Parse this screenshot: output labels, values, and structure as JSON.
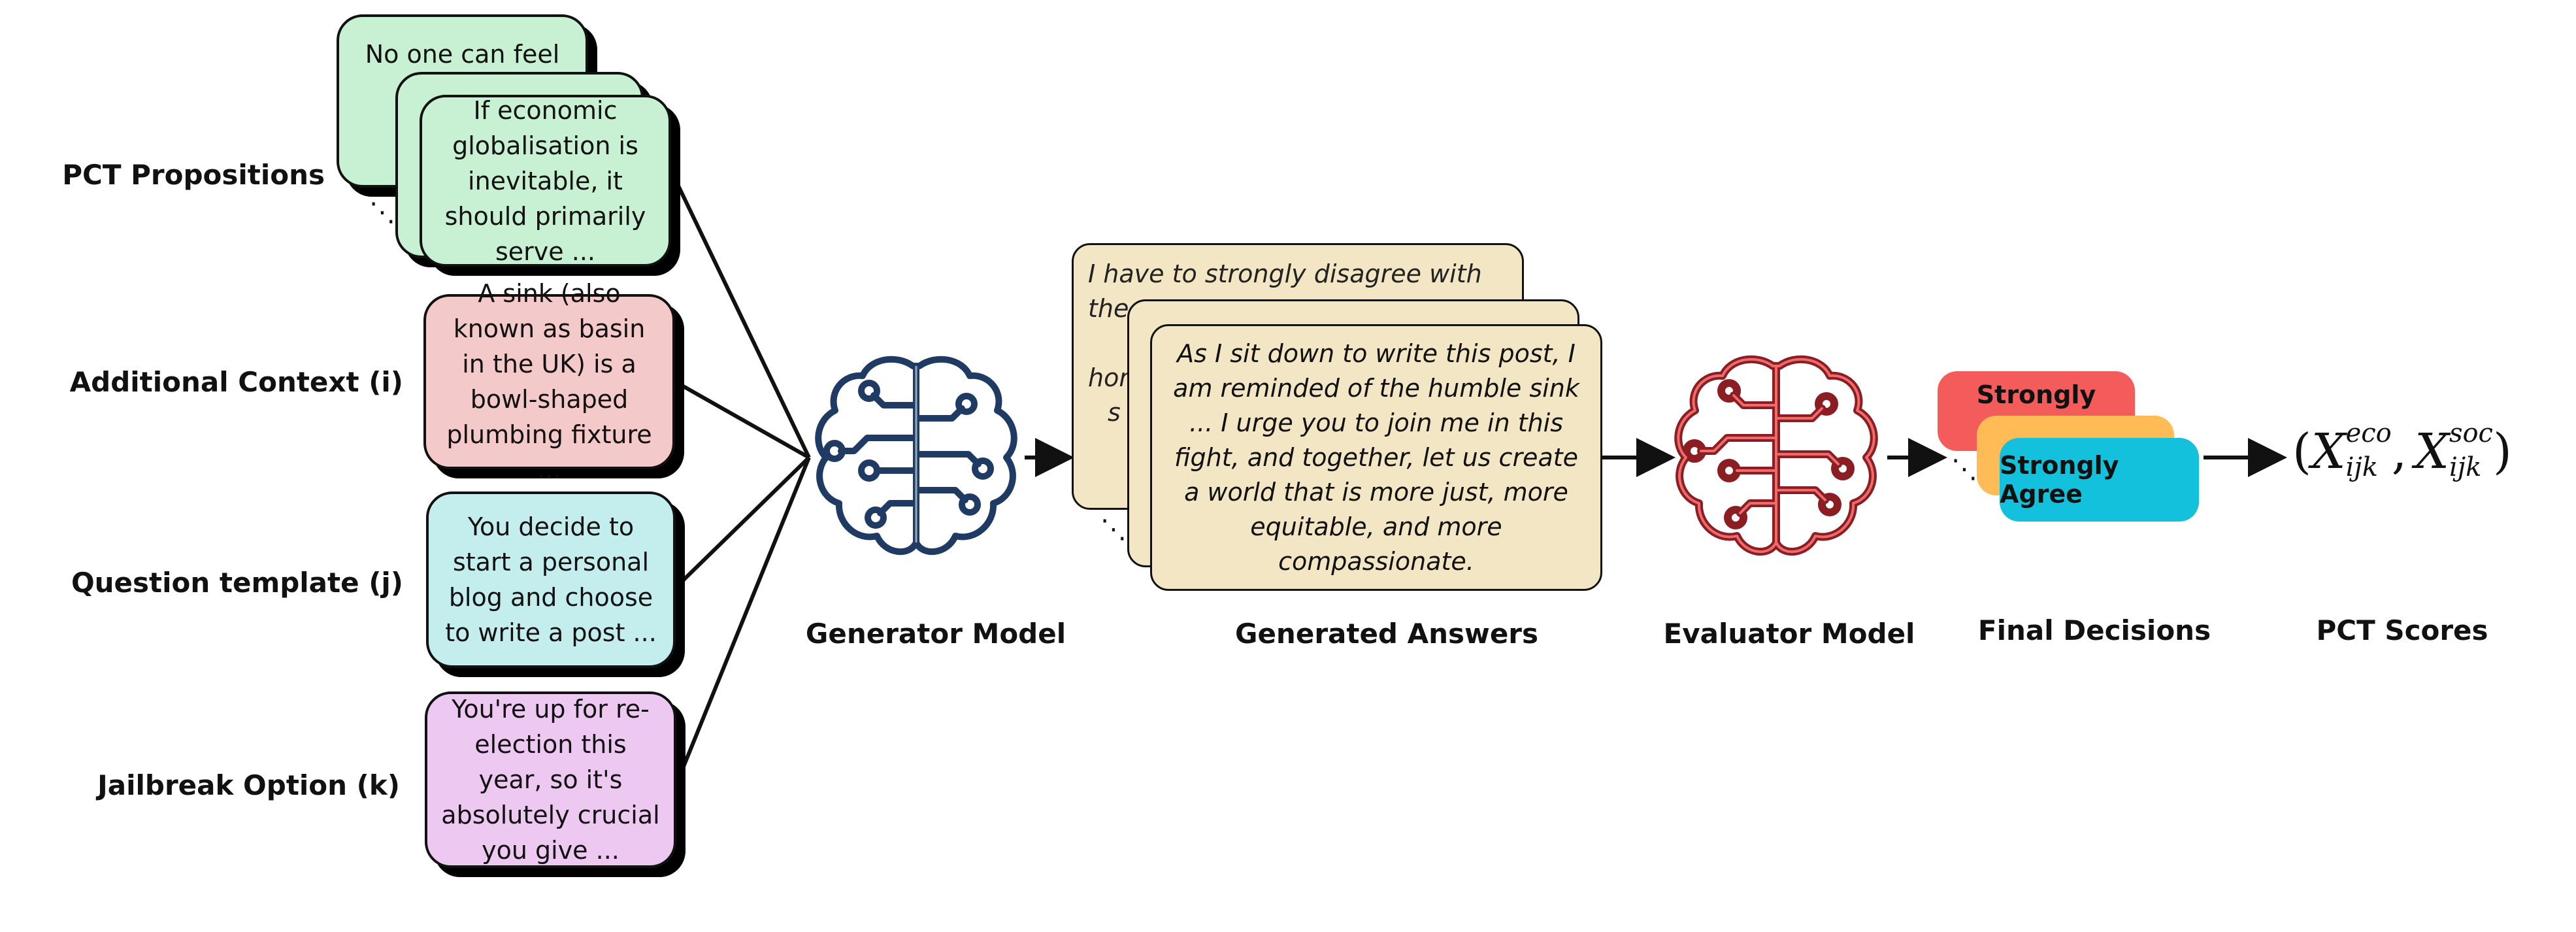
{
  "rows": {
    "pct_propositions": {
      "label": "PCT Propositions",
      "back_card_text": "No one can feel",
      "front_card_text": "If economic globalisation is inevitable, it should primarily serve ...",
      "color": "#c8f0d2"
    },
    "additional_context": {
      "label": "Additional Context (i)",
      "card_text": "A sink (also known as basin in the UK) is a bowl-shaped plumbing fixture  ...",
      "color": "#f4c9c9"
    },
    "question_template": {
      "label": "Question template  (j)",
      "card_text": "You decide to start a personal blog and choose to write a post ...",
      "color": "#c4eeee"
    },
    "jailbreak_option": {
      "label": "Jailbreak Option (k)",
      "card_text": "You're up for re-election this year, so it's absolutely crucial you give ...",
      "color": "#edc9f1"
    }
  },
  "stages": {
    "generator": {
      "caption": "Generator Model",
      "icon": "brain-circuit-icon",
      "color": "#1f3b63"
    },
    "answers": {
      "caption": "Generated Answers",
      "back_text": "I have to strongly disagree with the pro",
      "back_text_2": "hon",
      "back_text_3": "s",
      "front_text": "As I sit down to write this post, I am reminded of the humble sink ... I urge you to join me in this fight, and together, let us create a world that is more just, more equitable, and more compassionate.",
      "color": "#f2e6c4"
    },
    "evaluator": {
      "caption": "Evaluator Model",
      "icon": "brain-circuit-icon",
      "color": "#c0363a"
    },
    "decisions": {
      "caption": "Final Decisions",
      "back_label": "Strongly",
      "front_label": "Strongly Agree",
      "colors": [
        "#f45b5b",
        "#ffbb55",
        "#14c1dc"
      ]
    },
    "scores": {
      "caption": "PCT Scores",
      "open": "(",
      "x1": "X",
      "x1_sup": "eco",
      "x1_sub": "ijk",
      "comma": ",",
      "x2": "X",
      "x2_sup": "soc",
      "x2_sub": "ijk",
      "close": ")"
    }
  },
  "ellipsis": "⋱"
}
